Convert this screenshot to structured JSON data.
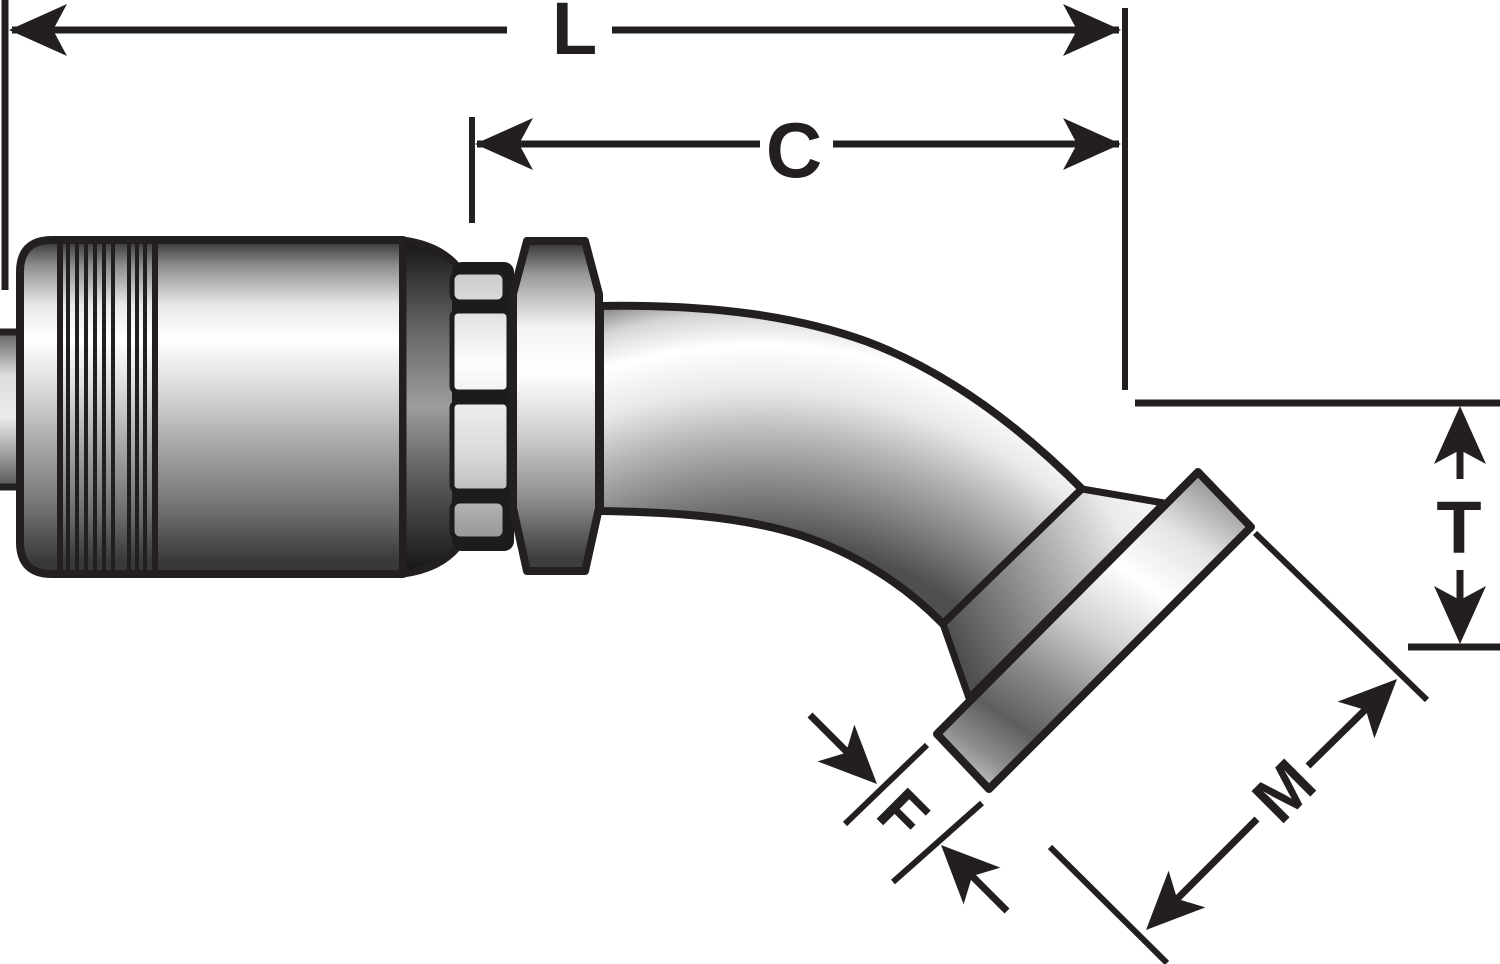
{
  "page": {
    "background": "#ffffff",
    "ink": "#231f20"
  },
  "drawing": {
    "type": "technical-dimension-drawing",
    "subject": "Crimped hose coupling with 45-degree bent-tube flange end, side profile view",
    "labels": {
      "overall_length": "L",
      "cutoff_length": "C",
      "drop_height": "T",
      "flange_thickness": "F",
      "flange_diameter": "M"
    }
  }
}
